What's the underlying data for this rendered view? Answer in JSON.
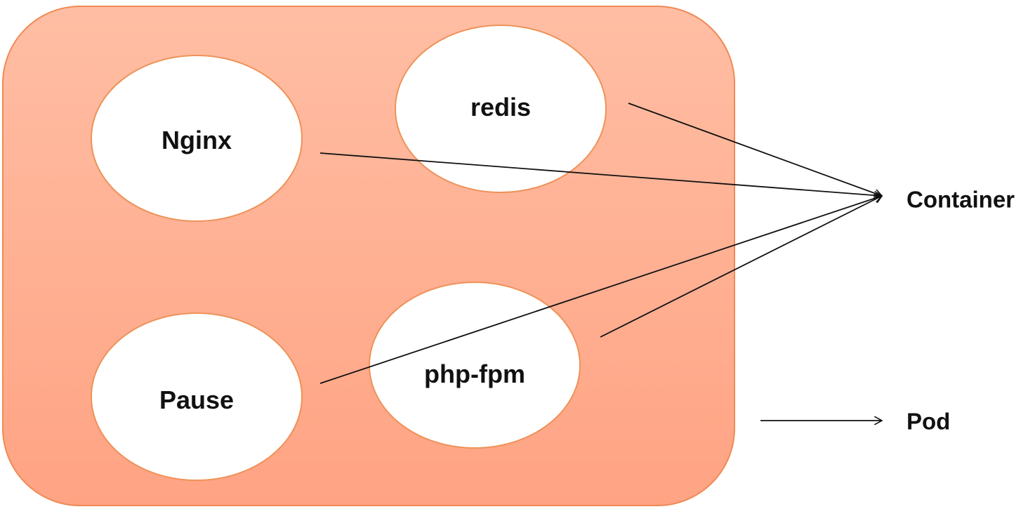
{
  "pod": {
    "fill_top": "#ffbea4",
    "fill_bottom": "#ffa383",
    "stroke": "#f08a55"
  },
  "containers": [
    {
      "id": "nginx",
      "label": "Nginx"
    },
    {
      "id": "redis",
      "label": "redis"
    },
    {
      "id": "pause",
      "label": "Pause"
    },
    {
      "id": "php-fpm",
      "label": "php-fpm"
    }
  ],
  "container_style": {
    "fill": "#ffffff",
    "stroke": "#ee9258"
  },
  "legend": {
    "container_label": "Container",
    "pod_label": "Pod"
  },
  "arrow_color": "#111111"
}
